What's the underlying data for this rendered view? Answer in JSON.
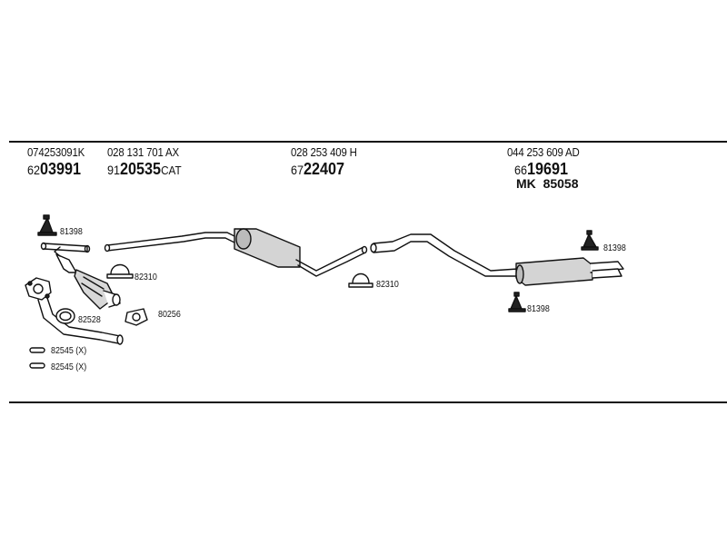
{
  "oem_numbers": {
    "front": "074253091K",
    "cat": "028 131 701 AX",
    "middle": "028 253 409 H",
    "rear": "044 253 609 AD"
  },
  "part_numbers": {
    "front": {
      "prefix": "62",
      "number": "03991",
      "suffix": ""
    },
    "cat": {
      "prefix": "91",
      "number": "20535",
      "suffix": "CAT"
    },
    "middle": {
      "prefix": "67",
      "number": "22407",
      "suffix": ""
    },
    "rear": {
      "prefix": "66",
      "number": "19691",
      "suffix": ""
    }
  },
  "mounting_kit": {
    "label": "MK",
    "number": "85058"
  },
  "refs": {
    "hanger_front": "81398",
    "clamp_front": "82310",
    "ring_gasket": "82528",
    "triangle_gasket": "80256",
    "bolt_1": "82545 (X)",
    "bolt_2": "82545 (X)",
    "clamp_middle": "82310",
    "hanger_rear_top": "81398",
    "hanger_rear_bottom": "81398"
  },
  "icons": [
    "hanger-icon",
    "clamp-icon",
    "gasket-ring-icon",
    "flange-gasket-icon",
    "bolt-icon",
    "downpipe-icon",
    "catalytic-converter-icon",
    "middle-silencer-icon",
    "rear-silencer-icon"
  ]
}
